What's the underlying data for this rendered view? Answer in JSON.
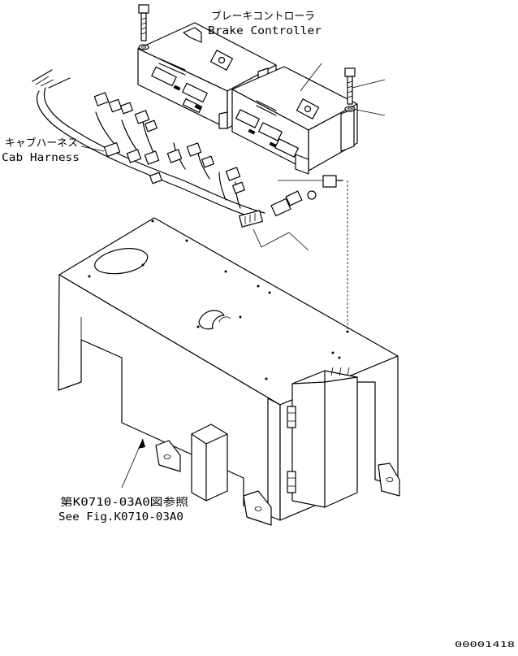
{
  "callouts": {
    "brake_controller_jp": "ブレーキコントローラ",
    "brake_controller_en": "Brake Controller",
    "cab_harness_jp": "キャブハーネス",
    "cab_harness_en": "Cab Harness",
    "see_fig_jp": "第K0710-03A0図参照",
    "see_fig_en": "See Fig.K0710-03A0"
  },
  "drawing_number": "00001418"
}
